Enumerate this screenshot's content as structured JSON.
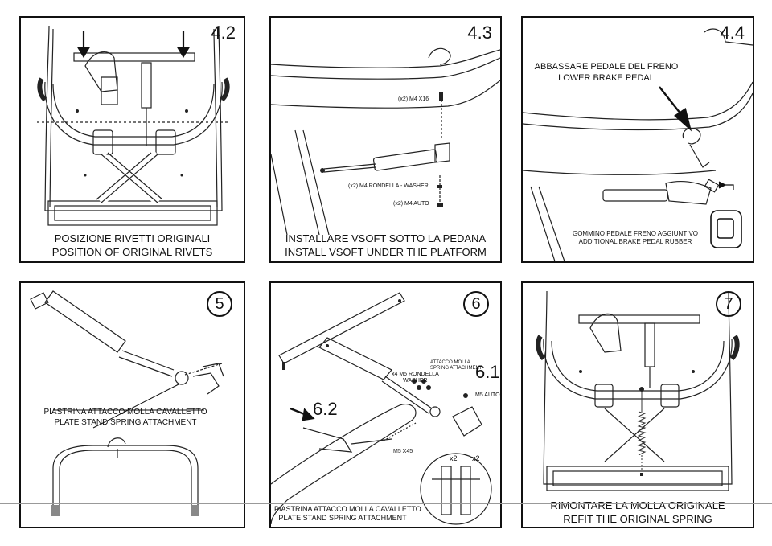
{
  "panels": [
    {
      "step": "4.2",
      "caption_it": "POSIZIONE RIVETTI ORIGINALI",
      "caption_en": "POSITION OF ORIGINAL RIVETS"
    },
    {
      "step": "4.3",
      "caption_it": "INSTALLARE VSOFT SOTTO  LA PEDANA",
      "caption_en": "INSTALL VSOFT UNDER THE PLATFORM",
      "labels": {
        "screws": "(x2) M4 X16",
        "washer": "(x2) M4 RONDELLA - WASHER",
        "nut": "(x2) M4 AUTO"
      }
    },
    {
      "step": "4.4",
      "top_it": "ABBASSARE PEDALE DEL FRENO",
      "top_en": "LOWER BRAKE PEDAL",
      "rubber_it": "GOMMINO PEDALE FRENO AGGIUNTIVO",
      "rubber_en": "ADDITIONAL BRAKE PEDAL RUBBER"
    },
    {
      "step": "5",
      "caption_it": "PIASTRINA ATTACCO MOLLA CAVALLETTO",
      "caption_en": "PLATE STAND SPRING ATTACHMENT"
    },
    {
      "step": "6",
      "sub_61": "6.1",
      "sub_62": "6.2",
      "labels": {
        "spring_it": "ATTACCO MOLLA",
        "spring_en": "SPRING ATTACHMENT",
        "washer_it": "x4 M5 RONDELLA",
        "washer_en": "WASHER",
        "nut": "M5 AUTO",
        "bolt": "M5 X45",
        "x2a": "x2",
        "x2b": "x2"
      },
      "caption_it": "PIASTRINA ATTACCO MOLLA CAVALLETTO",
      "caption_en": "PLATE STAND SPRING ATTACHMENT"
    },
    {
      "step": "7",
      "caption_it": "RIMONTARE LA MOLLA ORIGINALE",
      "caption_en": "REFIT THE ORIGINAL SPRING"
    }
  ]
}
